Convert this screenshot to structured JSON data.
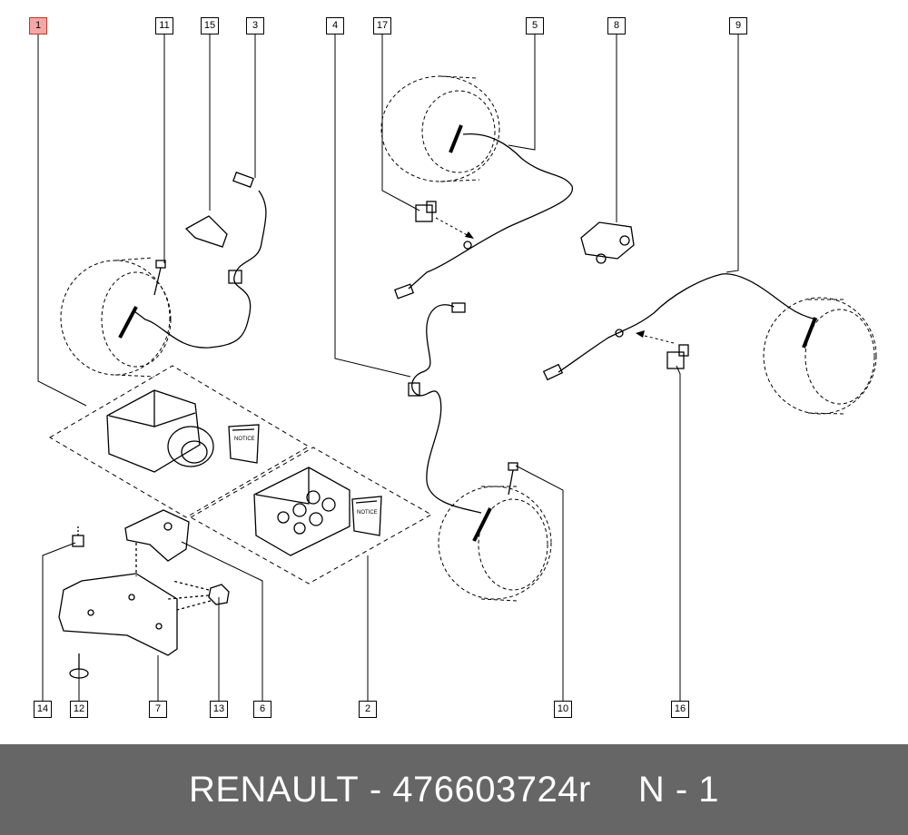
{
  "callouts": [
    {
      "num": "1",
      "active": true
    },
    {
      "num": "11"
    },
    {
      "num": "15"
    },
    {
      "num": "3"
    },
    {
      "num": "4"
    },
    {
      "num": "17"
    },
    {
      "num": "5"
    },
    {
      "num": "8"
    },
    {
      "num": "9"
    },
    {
      "num": "14"
    },
    {
      "num": "12"
    },
    {
      "num": "7"
    },
    {
      "num": "13"
    },
    {
      "num": "6"
    },
    {
      "num": "2"
    },
    {
      "num": "10"
    },
    {
      "num": "16"
    }
  ],
  "notice_label": "NOTICE",
  "footer": {
    "brand": "RENAULT",
    "separator": " - ",
    "part_number": "476603724r",
    "position": "N - 1"
  },
  "colors": {
    "footer_bg": "#666666",
    "highlight": "#f4a7a7"
  }
}
